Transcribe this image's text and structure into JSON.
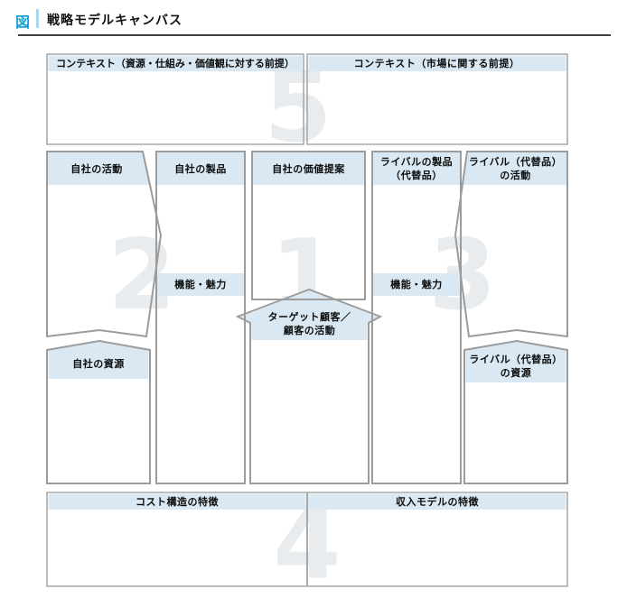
{
  "header": {
    "figure_badge": "図",
    "title": "戦略モデルキャンバス"
  },
  "labels": {
    "context_internal": "コンテキスト（資源・仕組み・価値観に対する前提）",
    "context_market": "コンテキスト（市場に関する前提）",
    "own_activities": "自社の活動",
    "own_products": "自社の製品",
    "own_value_proposition": "自社の価値提案",
    "function_appeal_own": "機能・魅力",
    "function_appeal_rival": "機能・魅力",
    "target_customer_line1": "ターゲット顧客／",
    "target_customer_line2": "顧客の活動",
    "own_resources": "自社の資源",
    "rival_products_line1": "ライバルの製品",
    "rival_products_line2": "（代替品）",
    "rival_activities_line1": "ライバル（代替品）",
    "rival_activities_line2": "の活動",
    "rival_resources_line1": "ライバル（代替品）",
    "rival_resources_line2": "の資源",
    "cost_structure": "コスト構造の特徴",
    "revenue_model": "収入モデルの特徴"
  },
  "watermarks": {
    "step1": "1",
    "step2": "2",
    "step3": "3",
    "step4": "4",
    "step5": "5"
  },
  "colors": {
    "accent_blue": "#1aa3d4",
    "band_blue": "#d9e8f2",
    "border_gray": "#9c9c9c",
    "outer_border_gray": "#a9a9a9",
    "watermark_gray": "#e9ecee"
  }
}
